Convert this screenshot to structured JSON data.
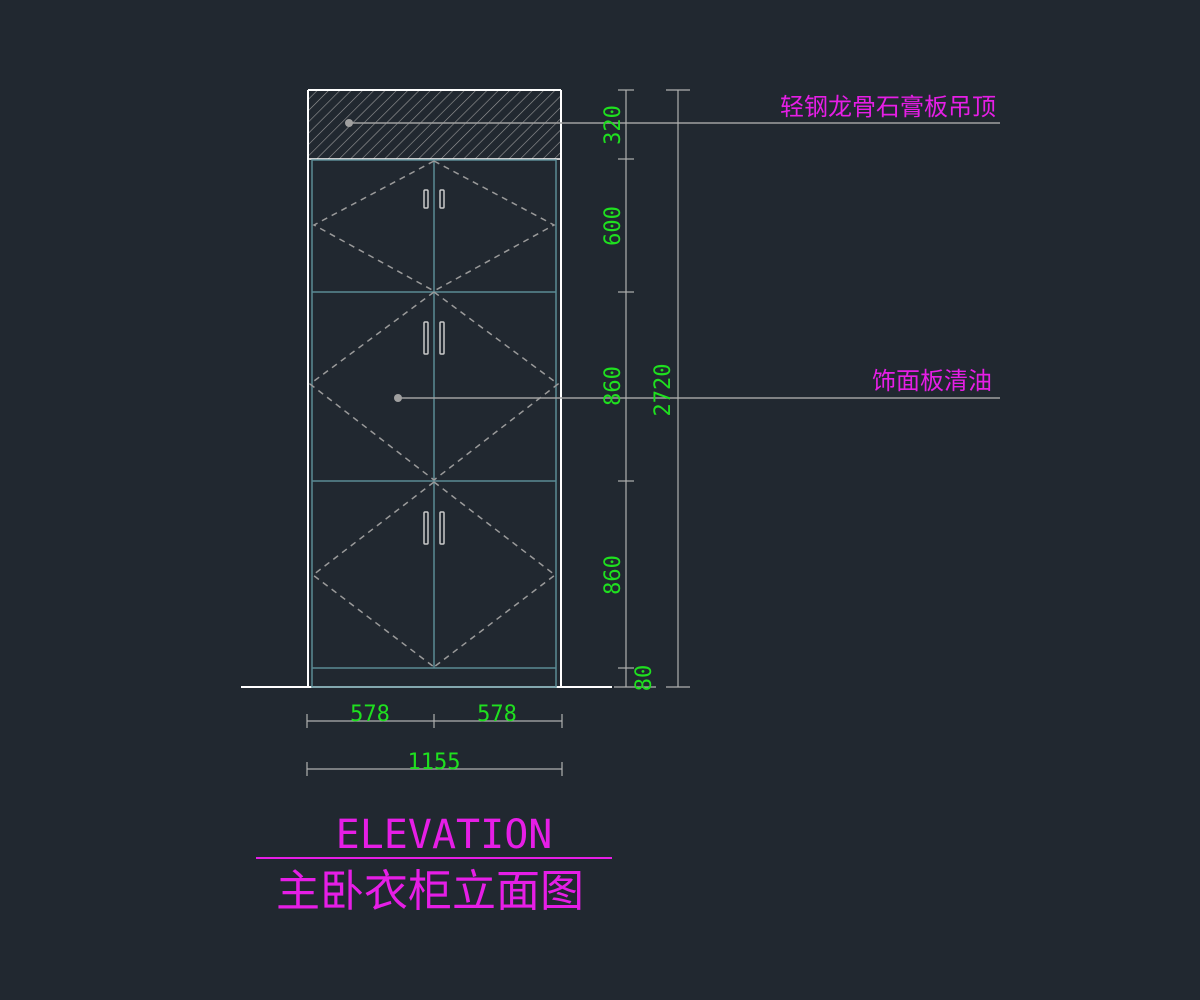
{
  "drawing": {
    "callouts": {
      "ceiling": "轻钢龙骨石膏板吊顶",
      "panel": "饰面板清油"
    },
    "vertical_dims": {
      "seg1": "320",
      "seg2": "600",
      "seg3": "860",
      "seg4": "860",
      "seg5": "80",
      "total": "2720"
    },
    "horizontal_dims": {
      "left": "578",
      "right": "578",
      "total": "1155"
    },
    "title": {
      "en": "ELEVATION",
      "cn": "主卧衣柜立面图"
    }
  },
  "colors": {
    "background": "#212830",
    "outline": "#ffffff",
    "cabinet_lines": "#5a8a94",
    "dashed": "#9a9a9a",
    "dimension_text": "#1fe01f",
    "annotation_text": "#e61ee6"
  }
}
